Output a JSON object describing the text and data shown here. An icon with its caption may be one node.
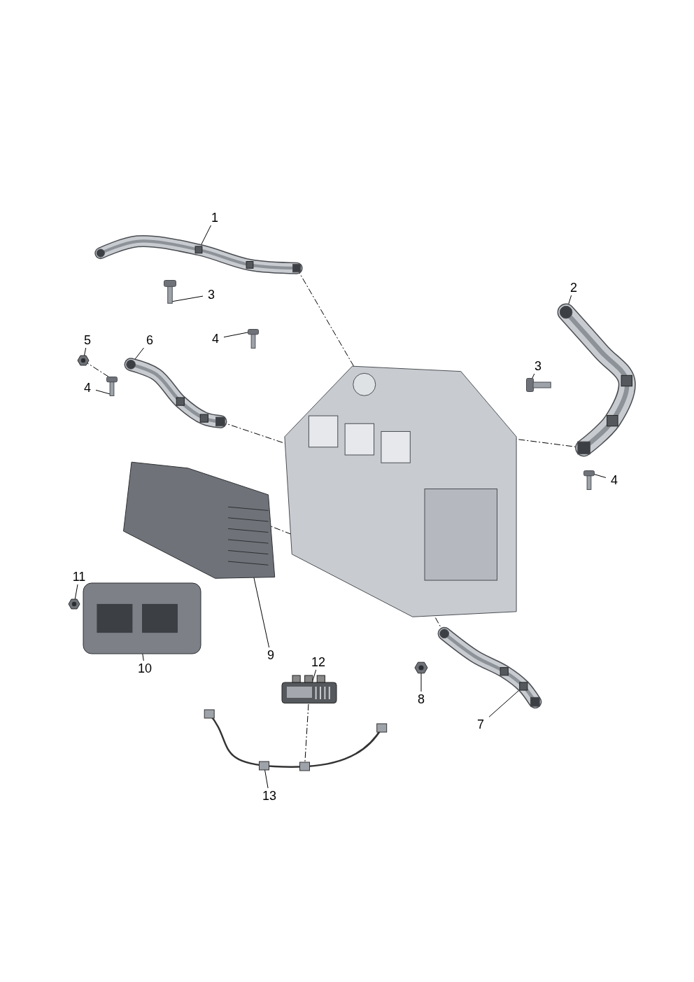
{
  "diagram": {
    "nodes": [
      {
        "text": [
          "1"
        ]
      },
      {
        "text": [],
        "shape": "picture"
      },
      {
        "text": [
          "3"
        ]
      },
      {
        "text": [],
        "shape": "picture"
      },
      {
        "text": [
          "4"
        ]
      },
      {
        "text": [],
        "shape": "picture"
      },
      {
        "text": [
          "2"
        ]
      },
      {
        "text": [],
        "shape": "picture"
      },
      {
        "text": [
          "3"
        ]
      },
      {
        "text": [],
        "shape": "picture"
      },
      {
        "text": [
          "4"
        ]
      },
      {
        "text": [],
        "shape": "picture"
      },
      {
        "text": [
          "5"
        ]
      },
      {
        "text": [],
        "shape": "picture"
      },
      {
        "text": [
          "6"
        ]
      },
      {
        "text": [],
        "shape": "picture"
      },
      {
        "text": [
          "4"
        ]
      },
      {
        "text": [],
        "shape": "picture"
      },
      {
        "text": [],
        "shape": "picture"
      },
      {
        "text": [],
        "shape": "picture"
      },
      {
        "text": [
          "11"
        ]
      },
      {
        "text": [],
        "shape": "picture"
      },
      {
        "text": [],
        "shape": "picture"
      },
      {
        "text": [
          "10"
        ]
      },
      {
        "text": [
          "9"
        ]
      },
      {
        "text": [
          "12"
        ]
      },
      {
        "text": [],
        "shape": "picture"
      },
      {
        "text": [],
        "shape": "picture"
      },
      {
        "text": [
          "13"
        ]
      },
      {
        "text": [],
        "shape": "picture"
      },
      {
        "text": [
          "8"
        ]
      },
      {
        "text": [],
        "shape": "picture"
      },
      {
        "text": [
          "7"
        ]
      }
    ],
    "edges": [
      {
        "from": 0,
        "to": 1,
        "arrow": "none"
      },
      {
        "from": 2,
        "to": 3,
        "arrow": "none"
      },
      {
        "from": 4,
        "to": 5,
        "arrow": "none"
      },
      {
        "from": 6,
        "to": 7,
        "arrow": "none"
      },
      {
        "from": 8,
        "to": 9,
        "arrow": "none"
      },
      {
        "from": 10,
        "to": 11,
        "arrow": "none"
      },
      {
        "from": 12,
        "to": 13,
        "arrow": "none"
      },
      {
        "from": 14,
        "to": 15,
        "arrow": "none"
      },
      {
        "from": 16,
        "to": 17,
        "arrow": "none"
      },
      {
        "from": 20,
        "to": 21,
        "arrow": "none"
      },
      {
        "from": 23,
        "to": 22,
        "arrow": "none"
      },
      {
        "from": 24,
        "to": 19,
        "arrow": "none"
      },
      {
        "from": 25,
        "to": 26,
        "arrow": "none"
      },
      {
        "from": 28,
        "to": 27,
        "arrow": "none"
      },
      {
        "from": 30,
        "to": 29,
        "arrow": "none"
      },
      {
        "from": 32,
        "to": 31,
        "arrow": "none"
      },
      {
        "from": 1,
        "to": 18,
        "arrow": "none",
        "style": "dashed"
      },
      {
        "from": 7,
        "to": 18,
        "arrow": "none",
        "style": "dashed"
      },
      {
        "from": 15,
        "to": 18,
        "arrow": "none",
        "style": "dashed"
      },
      {
        "from": 19,
        "to": 18,
        "arrow": "none",
        "style": "dashed"
      },
      {
        "from": 31,
        "to": 18,
        "arrow": "none",
        "style": "dashed"
      },
      {
        "from": 13,
        "to": 17,
        "arrow": "none",
        "style": "dashed"
      },
      {
        "from": 26,
        "to": 27,
        "arrow": "none",
        "style": "dashed"
      }
    ]
  }
}
